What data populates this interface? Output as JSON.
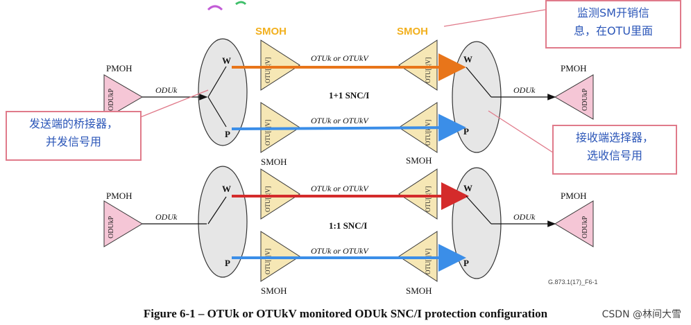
{
  "labels": {
    "smoh": "SMOH",
    "pmoh": "PMOH",
    "oduk": "ODUk",
    "odukp": "ODUkP",
    "otu": "OTU[k|V]",
    "otuk_or_otukv": "OTUk or OTUkV",
    "w": "W",
    "p": "P",
    "snc_11": "1+1 SNC/I",
    "snc_1_1": "1:1 SNC/I",
    "ref_id": "G.873.1(17)_F6-1"
  },
  "callouts": {
    "monitor_line1": "监测SM开销信",
    "monitor_line2": "息，在OTU里面",
    "bridge_line1": "发送端的桥接器，",
    "bridge_line2": "并发信号用",
    "selector_line1": "接收端选择器，",
    "selector_line2": "选收信号用"
  },
  "caption": "Figure 6-1 – OTUk or OTUkV monitored ODUk SNC/I protection configuration",
  "watermark": "CSDN @林间大雪",
  "colors": {
    "working_arrow": "#e8751a",
    "protect_arrow": "#3b8ee8",
    "working_arrow_11": "#d42b2b",
    "triangle_fill": "#f6e7b5",
    "odukp_fill": "#f5c6d6",
    "ellipse_fill": "#e6e6e6",
    "callout_border": "#e07a8a",
    "callout_text": "#2b56b8",
    "smoh_accent": "#f2b01e"
  }
}
